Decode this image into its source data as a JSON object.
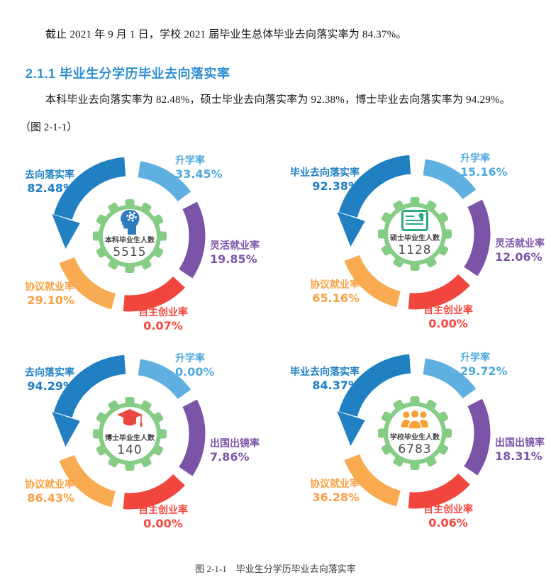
{
  "document": {
    "intro": "截止 2021 年 9 月 1 日，学校 2021 届毕业生总体毕业去向落实率为 84.37%。",
    "section_heading": "2.1.1 毕业生分学历毕业去向落实率",
    "body": "本科毕业去向落实率为 82.48%，硕士毕业去向落实率为 92.38%，博士毕业去向落实率为 94.29%。",
    "figure_ref": "（图 2-1-1）",
    "figure_caption": "图 2-1-1　毕业生分学历毕业去向落实率"
  },
  "colors": {
    "heading_blue": "#2E8FD0",
    "arc_dark_blue": "#2180C2",
    "arc_light_blue": "#5FB0E0",
    "arc_purple": "#7B54A7",
    "arc_red": "#F1463D",
    "arc_orange": "#F8AB51",
    "gear_green": "#85CC85",
    "icon_head_blue": "#2E7CBF",
    "icon_cert_green": "#2FA97E",
    "icon_cap_red": "#E9473F",
    "icon_people_orange": "#F7A134"
  },
  "chart_data": [
    {
      "type": "pie",
      "group": "本科",
      "center": {
        "icon": "head-gear-icon",
        "label": "本科毕业生人数",
        "value": "5515"
      },
      "metrics": {
        "top_left": {
          "label": "去向落实率",
          "value": "82.48%"
        },
        "top_right": {
          "label": "升学率",
          "value": "33.45%"
        },
        "right": {
          "label": "灵活就业率",
          "value": "19.85%"
        },
        "bottom": {
          "label": "自主创业率",
          "value": "0.07%"
        },
        "bottom_left": {
          "label": "协议就业率",
          "value": "29.10%"
        }
      }
    },
    {
      "type": "pie",
      "group": "硕士",
      "center": {
        "icon": "certificate-icon",
        "label": "硕士毕业生人数",
        "value": "1128"
      },
      "metrics": {
        "top_left": {
          "label": "毕业去向落实率",
          "value": "92.38%"
        },
        "top_right": {
          "label": "升学率",
          "value": "15.16%"
        },
        "right": {
          "label": "灵活就业率",
          "value": "12.06%"
        },
        "bottom": {
          "label": "自主创业率",
          "value": "0.00%"
        },
        "bottom_left": {
          "label": "协议就业率",
          "value": "65.16%"
        }
      }
    },
    {
      "type": "pie",
      "group": "博士",
      "center": {
        "icon": "graduation-cap-icon",
        "label": "博士毕业生人数",
        "value": "140"
      },
      "metrics": {
        "top_left": {
          "label": "去向落实率",
          "value": "94.29%"
        },
        "top_right": {
          "label": "升学率",
          "value": "0.00%"
        },
        "right": {
          "label": "出国出镜率",
          "value": "7.86%"
        },
        "bottom": {
          "label": "自主创业率",
          "value": "0.00%"
        },
        "bottom_left": {
          "label": "协议就业率",
          "value": "86.43%"
        }
      }
    },
    {
      "type": "pie",
      "group": "学校",
      "center": {
        "icon": "people-group-icon",
        "label": "学校毕业生人数",
        "value": "6783"
      },
      "metrics": {
        "top_left": {
          "label": "毕业去向落实率",
          "value": "84.37%"
        },
        "top_right": {
          "label": "升学率",
          "value": "29.72%"
        },
        "right": {
          "label": "出国出镜率",
          "value": "18.31%"
        },
        "bottom": {
          "label": "自主创业率",
          "value": "0.06%"
        },
        "bottom_left": {
          "label": "协议就业率",
          "value": "36.28%"
        }
      }
    }
  ]
}
